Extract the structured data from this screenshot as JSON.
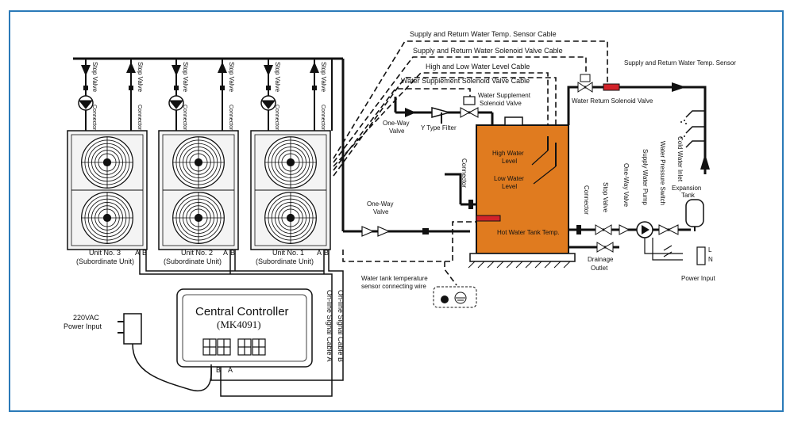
{
  "colors": {
    "frame": "#2a7ab8",
    "tank": "#e07b1f",
    "sensor": "#d2232a",
    "line": "#111111"
  },
  "cables": {
    "supply_return_temp_sensor": "Supply and Return Water Temp. Sensor Cable",
    "supply_return_solenoid": "Supply and Return Water Solenoid Valve Cable",
    "high_low_level": "High and Low Water Level Cable",
    "supplement_solenoid": "Water Supplement Solenoid Valve Cable"
  },
  "units": [
    {
      "name": "Unit No. 3",
      "role": "(Subordinate Unit)"
    },
    {
      "name": "Unit No. 2",
      "role": "(Subordinate Unit)"
    },
    {
      "name": "Unit No. 1",
      "role": "(Subordinate Unit)"
    }
  ],
  "unit_terminals": {
    "a": "A",
    "b": "B"
  },
  "unit_pipes": {
    "stop_valve": "Stop Valve",
    "connector": "Connector"
  },
  "labels": {
    "supply_return_temp_sensor": "Supply and Return Water Temp.  Sensor",
    "water_return_solenoid": "Water Return Solenoid Valve",
    "water_supplement_solenoid_1": "Water Supplement",
    "water_supplement_solenoid_2": "Solenoid Valve",
    "one_way_valve_top_1": "One-Way",
    "one_way_valve_top_2": "Valve",
    "y_filter": "Y Type Filter",
    "connector_tank": "Connector",
    "high_level_1": "High Water",
    "high_level_2": "Level",
    "low_level_1": "Low Water",
    "low_level_2": "Level",
    "hot_water_temp": "Hot Water Tank Temp.",
    "one_way_valve_mid_1": "One-Way",
    "one_way_valve_mid_2": "Valve",
    "tank_temp_wire_1": "Water tank temperature",
    "tank_temp_wire_2": "sensor connecting wire",
    "connector_right": "Connector",
    "stop_valve_right": "Stop Valve",
    "one_way_valve_right": "One-Way Valve",
    "supply_pump": "Supply Water Pump",
    "pressure_switch": "Water Pressure Switch",
    "cold_water_inlet": "Cold Water Inlet",
    "expansion_tank_1": "Expansion",
    "expansion_tank_2": "Tank",
    "drainage_1": "Drainage",
    "drainage_2": "Outlet",
    "power_input": "Power Input",
    "power_l": "L",
    "power_n": "N",
    "ac_input_1": "220VAC",
    "ac_input_2": "Power Input",
    "signal_a": "On-line Signal Cable A",
    "signal_b": "On-line Signal Cable B"
  },
  "controller": {
    "title": "Central Controller",
    "model": "(MK4091)",
    "term_b": "B",
    "term_a": "A"
  }
}
